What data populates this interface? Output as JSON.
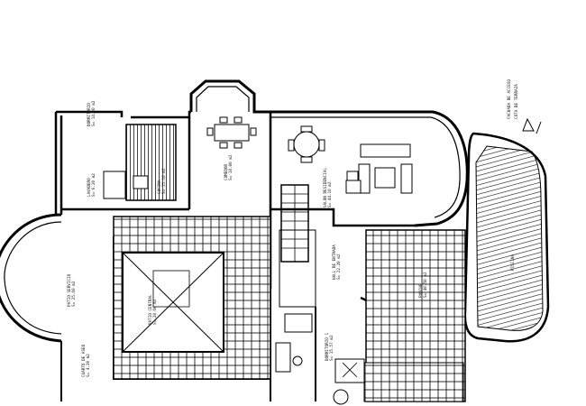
{
  "rooms": [
    {
      "id": "r1",
      "name": "DORMITORIO",
      "area": "S= 14.30 m2"
    },
    {
      "id": "r2",
      "name": "LAVADERO",
      "area": "S= 6.20 m2"
    },
    {
      "id": "r3",
      "name": "COCINA",
      "area": "S= 15.10 m2"
    },
    {
      "id": "r4",
      "name": "COMEDOR",
      "area": "S= 18.00 m2"
    },
    {
      "id": "r5",
      "name": "SALON RESIDENCIAL",
      "area": "S= 44.10 m2"
    },
    {
      "id": "r6",
      "name": "PATIO SERVICIO",
      "area": "S= 25.60 m2"
    },
    {
      "id": "r7",
      "name": "PATIO CENTRAL",
      "area": "S= 28.60 m2"
    },
    {
      "id": "r8",
      "name": "HALL DE ENTRADA",
      "area": "S= 22.20 m2"
    },
    {
      "id": "r9",
      "name": "PORCHE",
      "area": "S= 40.50 m2"
    },
    {
      "id": "r10",
      "name": "DORMITORIO 1",
      "area": "S= 15.57 m2"
    },
    {
      "id": "r11",
      "name": "CUARTO DE ASEO",
      "area": "S= 4.20 m2"
    }
  ],
  "pool_label": "PISCINA",
  "notes": [
    "FACHADA DE ACCESO",
    "COTA DE TERRAZA"
  ]
}
